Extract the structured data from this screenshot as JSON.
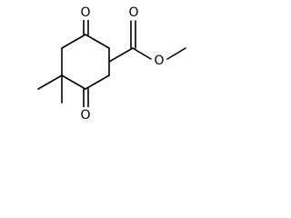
{
  "molecule": {
    "atom_labels": {
      "ketone_top": "O",
      "ketone_bottom": "O",
      "ester_carbonyl": "O",
      "ester_ether": "O"
    },
    "colors": {
      "bond": "#000000",
      "label": "#000000",
      "background": "#ffffff"
    }
  }
}
